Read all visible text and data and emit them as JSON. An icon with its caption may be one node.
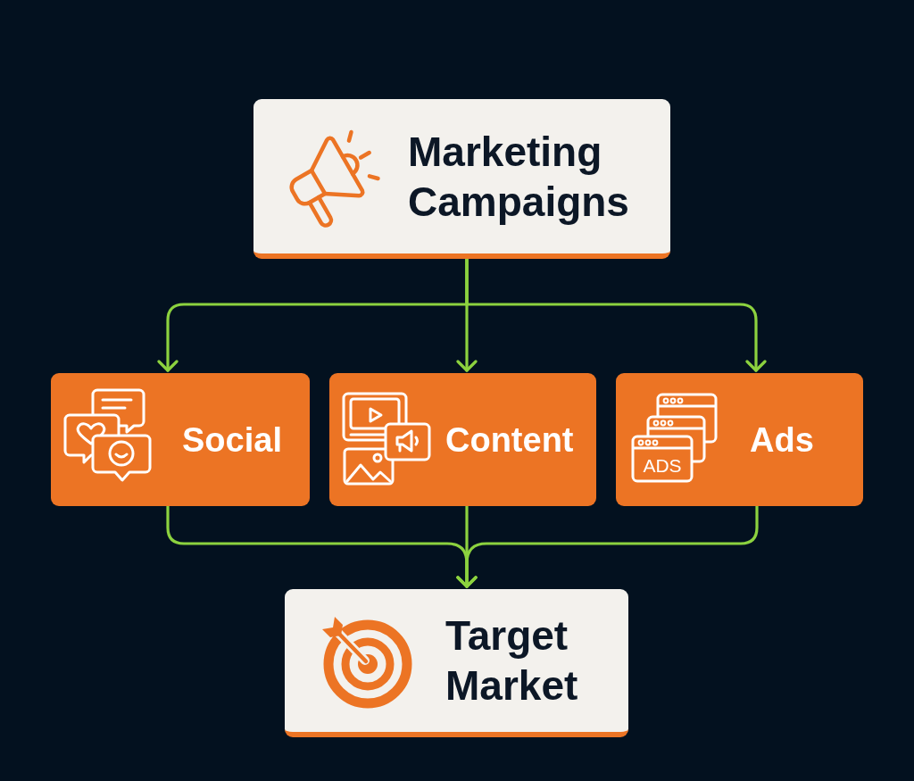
{
  "diagram": {
    "nodes": [
      {
        "text": [
          "Marketing Campaigns"
        ]
      },
      {
        "text": [
          "Social"
        ]
      },
      {
        "text": [
          "Content"
        ]
      },
      {
        "text": [
          "ADS",
          "Ads"
        ]
      },
      {
        "text": [
          "Target Market"
        ]
      }
    ],
    "edges": [
      {
        "from": 0,
        "to": 1,
        "arrow": "to"
      },
      {
        "from": 0,
        "to": 2,
        "arrow": "to"
      },
      {
        "from": 0,
        "to": 3,
        "arrow": "to"
      },
      {
        "from": 1,
        "to": 4,
        "arrow": "to"
      },
      {
        "from": 2,
        "to": 4,
        "arrow": "to"
      },
      {
        "from": 3,
        "to": 4,
        "arrow": "to"
      }
    ]
  }
}
